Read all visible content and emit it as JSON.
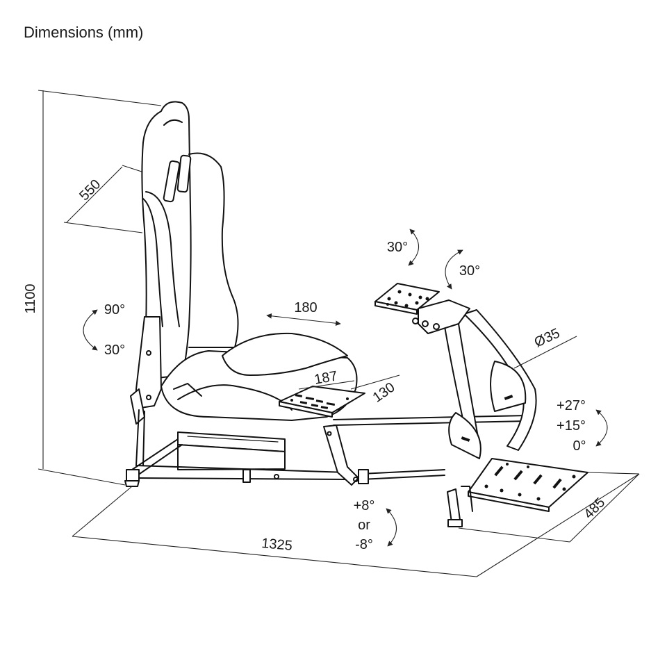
{
  "title": "Dimensions (mm)",
  "dimensions": {
    "height": "1100",
    "seat_width": "550",
    "slide": "180",
    "plate_width": "187",
    "plate_depth": "130",
    "tube_diameter": "Ø35",
    "base_length": "1325",
    "base_width": "485"
  },
  "angles": {
    "back_top": "90°",
    "back_bottom": "30°",
    "wheel_tilt": "30°",
    "wheel_rotate": "30°",
    "pedal_a": "+27°",
    "pedal_b": "+15°",
    "pedal_c": "0°",
    "shifter_plus": "+8°",
    "shifter_or": "or",
    "shifter_minus": "-8°"
  },
  "colors": {
    "line": "#111111",
    "background": "#ffffff"
  }
}
